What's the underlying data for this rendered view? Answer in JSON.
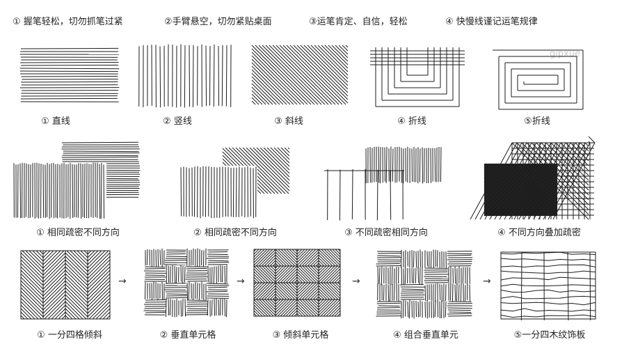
{
  "tips": [
    "① 握笔轻松，切勿抓笔过紧",
    "②手臂悬空，切勿紧贴桌面",
    "③运笔肯定、自信，轻松",
    "④ 快慢线谨记运笔规律"
  ],
  "row1": [
    "① 直线",
    "② 竖线",
    "③ 斜线",
    "④ 折线",
    "⑤折线"
  ],
  "row2": [
    "① 相同疏密不同方向",
    "② 相同疏密不同方向",
    "③ 不同疏密相同方向",
    "④ 不同方向叠加疏密"
  ],
  "row3": [
    "① 一分四格倾斜",
    "② 垂直单元格",
    "③ 倾斜单元格",
    "④ 组合垂直单元",
    "⑤一分四木纹饰板"
  ],
  "watermark": "gipxue",
  "arrows": [
    "→",
    "→",
    "→",
    "→"
  ],
  "icons": [
    "arrow-right-icon"
  ]
}
